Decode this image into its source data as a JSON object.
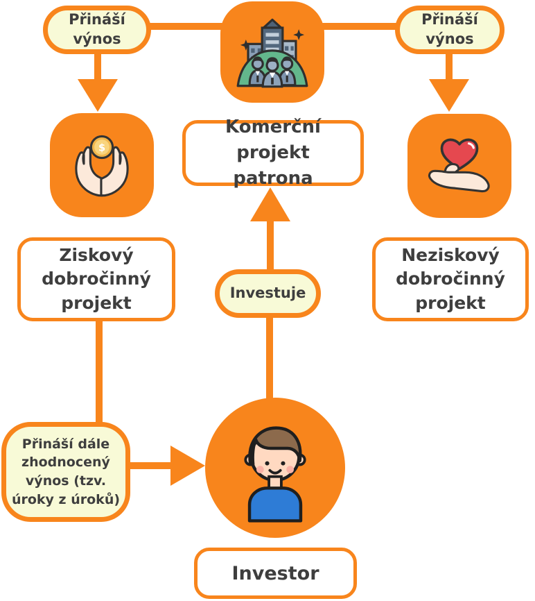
{
  "diagram_title": "Patron investment flow diagram",
  "colors": {
    "orange": "#F8851C",
    "cream": "#F8FAD7",
    "text": "#3E3E3E",
    "background": "#FFFFFF",
    "heart_red": "#E5484F",
    "coin_gold": "#F2B64B",
    "hill_green": "#63B78C",
    "shirt_blue": "#2E7CD6",
    "hair_brown": "#8C6A4C"
  },
  "nodes": {
    "pill_top_left": {
      "label": "Přináší\nvýnos"
    },
    "pill_top_right": {
      "label": "Přináší\nvýnos"
    },
    "company_box": {
      "icon": "company-buildings-people-icon"
    },
    "profit_icon_box": {
      "icon": "hands-holding-coin-icon"
    },
    "nonprofit_icon_box": {
      "icon": "hand-holding-heart-icon"
    },
    "commercial_project_box": {
      "label": "Komerční projekt\npatrona"
    },
    "profit_project_box": {
      "label": "Ziskový\ndobročinný\nprojekt"
    },
    "nonprofit_project_box": {
      "label": "Neziskový\ndobročinný\nprojekt"
    },
    "invest_pill": {
      "label": "Investuje"
    },
    "compound_return_box": {
      "label": "Přináší dále\nzhodnocený\nvýnos (tzv.\núroky z úroků)"
    },
    "investor_circle": {
      "icon": "investor-avatar-icon"
    },
    "investor_box": {
      "label": "Investor"
    }
  },
  "icons": {
    "coin_symbol": "$",
    "company": "company-buildings-people-icon",
    "hands_coin": "hands-holding-coin-icon",
    "hand_heart": "hand-holding-heart-icon",
    "investor_avatar": "investor-avatar-icon",
    "sparkle": "sparkle-icon"
  }
}
